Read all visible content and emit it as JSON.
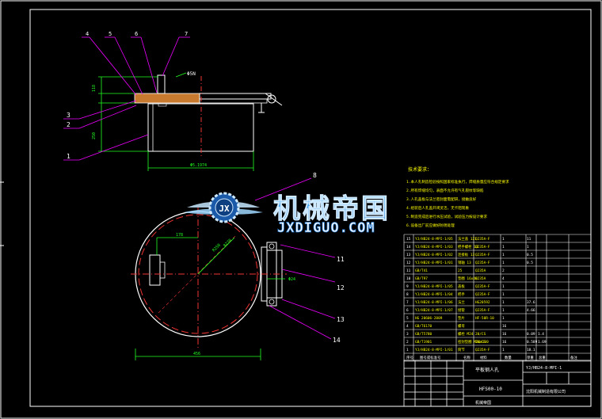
{
  "drawing": {
    "part_numbers_top": [
      "4",
      "5",
      "6",
      "7"
    ],
    "part_numbers_left": [
      "3",
      "2",
      "1"
    ],
    "part_numbers_right": [
      "8",
      "11",
      "12",
      "13",
      "14"
    ],
    "dims": {
      "nozzle": "Φ5N",
      "flange_thk": "118",
      "shell_height": "250",
      "base_width": "Φ5.1974",
      "plan_radius_a": "R250",
      "plan_radius_b": "R270",
      "offset_left": "178",
      "hinge_dim": "Φ24",
      "bottom_width": "456"
    },
    "notes": {
      "heading": "技术要求：",
      "lines": [
        "1.本人孔制造检验按照国家标准执行，焊缝质量应符合规定要求",
        "2.所有焊缝均匀，表面不允许有气孔裂纹等缺陷",
        "3.人孔盖板与法兰密封面需配研，接触良好",
        "4.组装后人孔盖开闭灵活，无卡阻现象",
        "5.制造完成后进行水压试验，试验压力按设计要求",
        "6.设备出厂前应做好防锈处理"
      ]
    }
  },
  "watermark": {
    "title": "机械帝国",
    "url": "JXDIGUO.COM",
    "emblem": "JX"
  },
  "parts_table": {
    "rows": [
      [
        "15",
        "YJ/HB24-8-MPI-1/05",
        "法兰盖 121",
        "Q235A·F",
        "1",
        "11",
        ""
      ],
      [
        "14",
        "YJ/HB24-8-MPI-1/03",
        "把手螺栓 13",
        "Q235A·F",
        "1",
        "1",
        ""
      ],
      [
        "13",
        "YJ/HB24-8-MPI-1/02",
        "连接板 13",
        "Q235A·F",
        "1",
        "0.5",
        ""
      ],
      [
        "12",
        "YJ/HB24-8-MPI-1/01",
        "销轴 13",
        "Q235A·F",
        "1",
        "0.5",
        ""
      ],
      [
        "11",
        "GB/T41",
        "25",
        "Q235A",
        "2",
        "",
        ""
      ],
      [
        "10",
        "GB/T97",
        "垫圈 16x48",
        "Q235A",
        "4",
        "",
        ""
      ],
      [
        "9",
        "YJ/HB24-8-MPI-1/05",
        "盖板",
        "Q235A·F",
        "1",
        "",
        ""
      ],
      [
        "8",
        "YJ/HB24-8-MPI-1/04",
        "把手",
        "Q235A·F",
        "1",
        "",
        ""
      ],
      [
        "7",
        "YJ/HB24-8-MPI-1/06",
        "法兰",
        "HG20592",
        "1",
        "37.6",
        ""
      ],
      [
        "6",
        "YJ/HB24-8-MPI-1/07",
        "接管",
        "Q235A·F",
        "1",
        "4.66",
        ""
      ],
      [
        "5",
        "HG 20606-2009",
        "垫片",
        "HF-50R-10",
        "1",
        "",
        ""
      ],
      [
        "4",
        "GB/T6170",
        "螺母",
        "",
        "16",
        "",
        ""
      ],
      [
        "3",
        "GB/T5780",
        "螺栓 M24",
        "20/CS",
        "16",
        "0.09",
        "1.4"
      ],
      [
        "2",
        "GB/T1901",
        "密封垫圈 M24x130",
        "20/CS",
        "16",
        "0.589",
        "1.69"
      ],
      [
        "1",
        "YJ/HB24-8-MPI-1/01",
        "筒节",
        "Q235A·F",
        "1",
        "18.1",
        ""
      ]
    ],
    "header": [
      "序号",
      "图号或标准号",
      "名称",
      "材料",
      "数量",
      "单重",
      "总重",
      "备注"
    ],
    "title_name": "平板钢人孔",
    "title_code": "HFS00-10",
    "drawing_no": "YJ/HB24-8-MPI-1",
    "company": "沈阳机械制造有限公司",
    "bottom_label": "机械帝国"
  }
}
